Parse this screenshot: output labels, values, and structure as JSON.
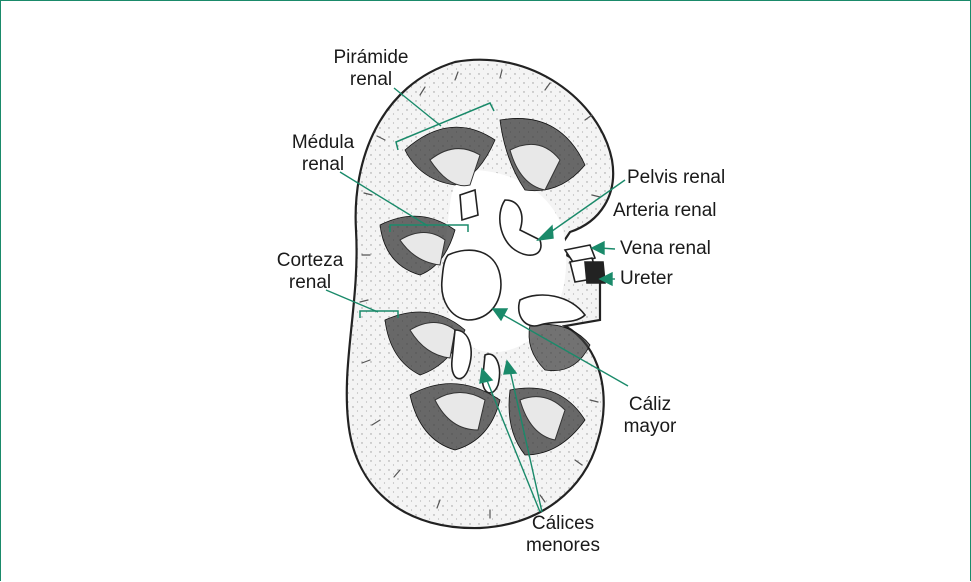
{
  "diagram": {
    "labels": {
      "piramide_renal": [
        "Pirámide",
        "renal"
      ],
      "medula_renal": [
        "Médula",
        "renal"
      ],
      "corteza_renal": [
        "Corteza",
        "renal"
      ],
      "pelvis_renal": "Pelvis renal",
      "arteria_renal": "Arteria renal",
      "vena_renal": "Vena renal",
      "ureter": "Ureter",
      "caliz_mayor": [
        "Cáliz",
        "mayor"
      ],
      "calices_menores": [
        "Cálices",
        "menores"
      ]
    },
    "colors": {
      "leader": "#1a8a6a",
      "frame": "#1a8a6a",
      "ink": "#222222",
      "pyramid": "#3a3a3a"
    }
  }
}
